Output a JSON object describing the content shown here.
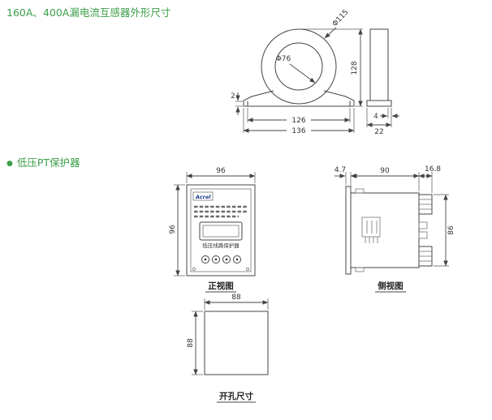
{
  "colors": {
    "accent_green": "#3a9e47",
    "line": "#444444"
  },
  "titles": {
    "section1": "160A、400A漏电流互感器外形尺寸",
    "bullet": "●",
    "section2": "低压PT保护器"
  },
  "transformer_view": {
    "inner_dia": "Φ76",
    "outer_dia": "Φ115",
    "height": "128",
    "base_width_inner": "126",
    "base_width_outer": "136",
    "lip": "2",
    "foot_overhang": "4",
    "thickness": "22"
  },
  "pt_front_view": {
    "width": "96",
    "height": "96",
    "brand": "Acrel",
    "device_label": "低压线路保护器",
    "caption": "正视图"
  },
  "pt_side_view": {
    "bezel": "4.7",
    "depth": "90",
    "terminal": "16.8",
    "height": "86",
    "caption": "侧视图"
  },
  "cutout_view": {
    "width": "88",
    "height": "88",
    "caption": "开孔尺寸"
  }
}
